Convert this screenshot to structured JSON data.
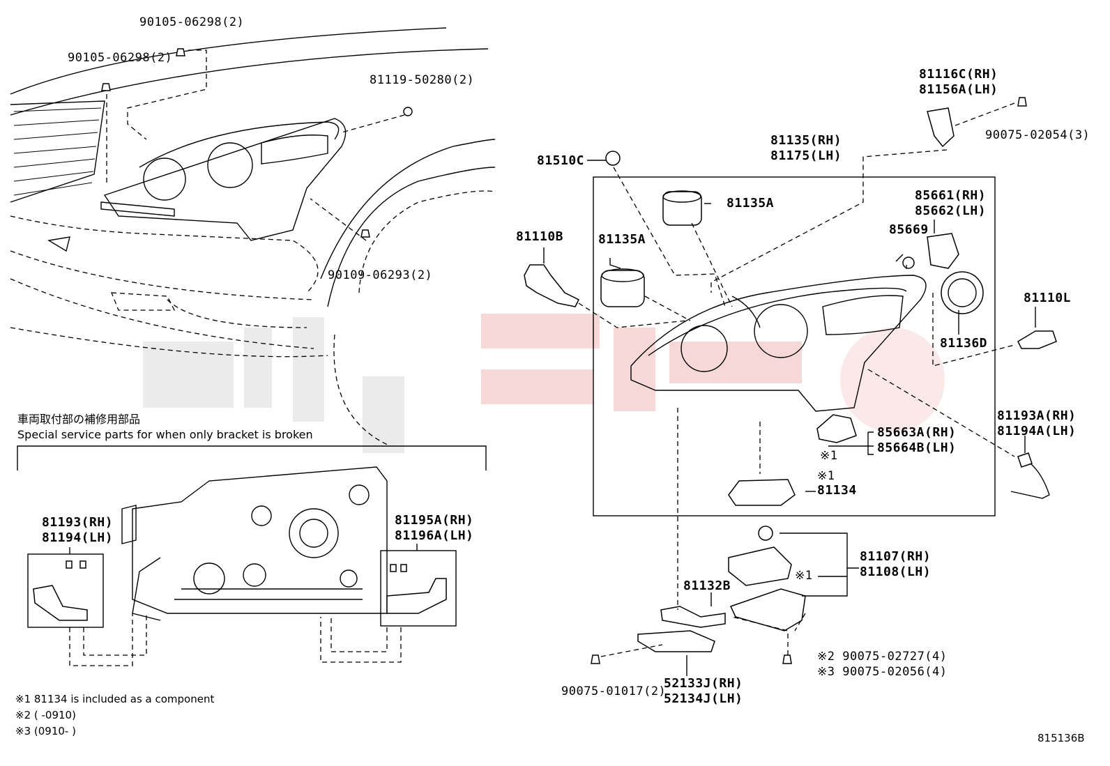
{
  "special_section": {
    "title_jp": "車両取付部の補修用部品",
    "title_en": "Special service parts for when only bracket is broken"
  },
  "labels": {
    "p90105_top": "90105-06298(2)",
    "p90105_left": "90105-06298(2)",
    "p81119": "81119-50280(2)",
    "p90109": "90109-06293(2)",
    "p81116c": "81116C(RH)",
    "p81156a": "81156A(LH)",
    "p90075_02054": "90075-02054(3)",
    "p81135_rh": "81135(RH)",
    "p81175_lh": "81175(LH)",
    "p81510c": "81510C",
    "p81135a_top": "81135A",
    "p81135a_left": "81135A",
    "p81110b": "81110B",
    "p85661": "85661(RH)",
    "p85662": "85662(LH)",
    "p85669": "85669",
    "p81110l": "81110L",
    "p81136d": "81136D",
    "p85663a": "85663A(RH)",
    "p85664b": "85664B(LH)",
    "p85663_ref": "※1",
    "p81193a": "81193A(RH)",
    "p81194a": "81194A(LH)",
    "p81134_ref": "※1",
    "p81134": "81134",
    "p81107": "81107(RH)",
    "p81108": "81108(LH)",
    "p81107_ref": "※1",
    "p81132b": "81132B",
    "p90075_02727": "※2 90075-02727(4)",
    "p90075_02056": "※3 90075-02056(4)",
    "p90075_01017": "90075-01017(2)",
    "p52133j": "52133J(RH)",
    "p52134j": "52134J(LH)",
    "p81193": "81193(RH)",
    "p81194": "81194(LH)",
    "p81195a": "81195A(RH)",
    "p81196a": "81196A(LH)"
  },
  "notes": [
    "※1 81134 is included as a component",
    "※2 (        -0910)",
    "※3 (0910-        )"
  ],
  "diagram_id": "815136B"
}
